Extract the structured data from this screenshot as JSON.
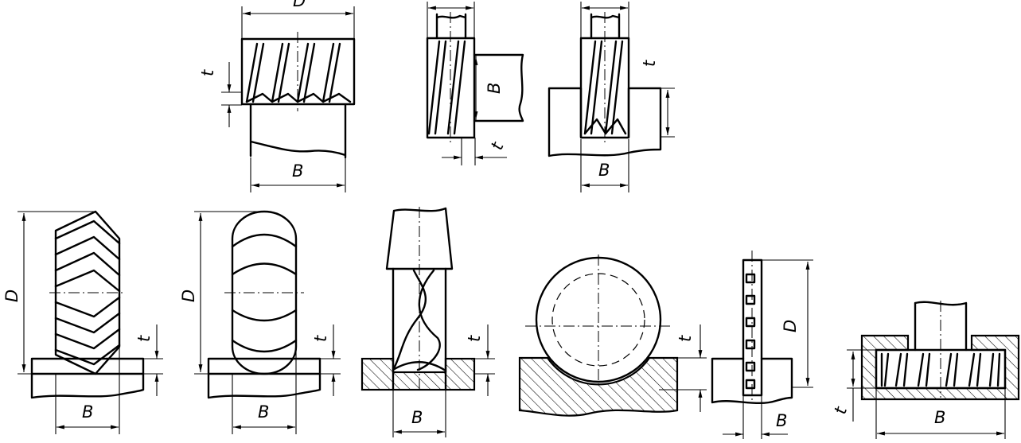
{
  "labels": {
    "diameter": "D",
    "width": "B",
    "depth": "t"
  },
  "colors": {
    "line": "#000000",
    "background": "#ffffff"
  }
}
